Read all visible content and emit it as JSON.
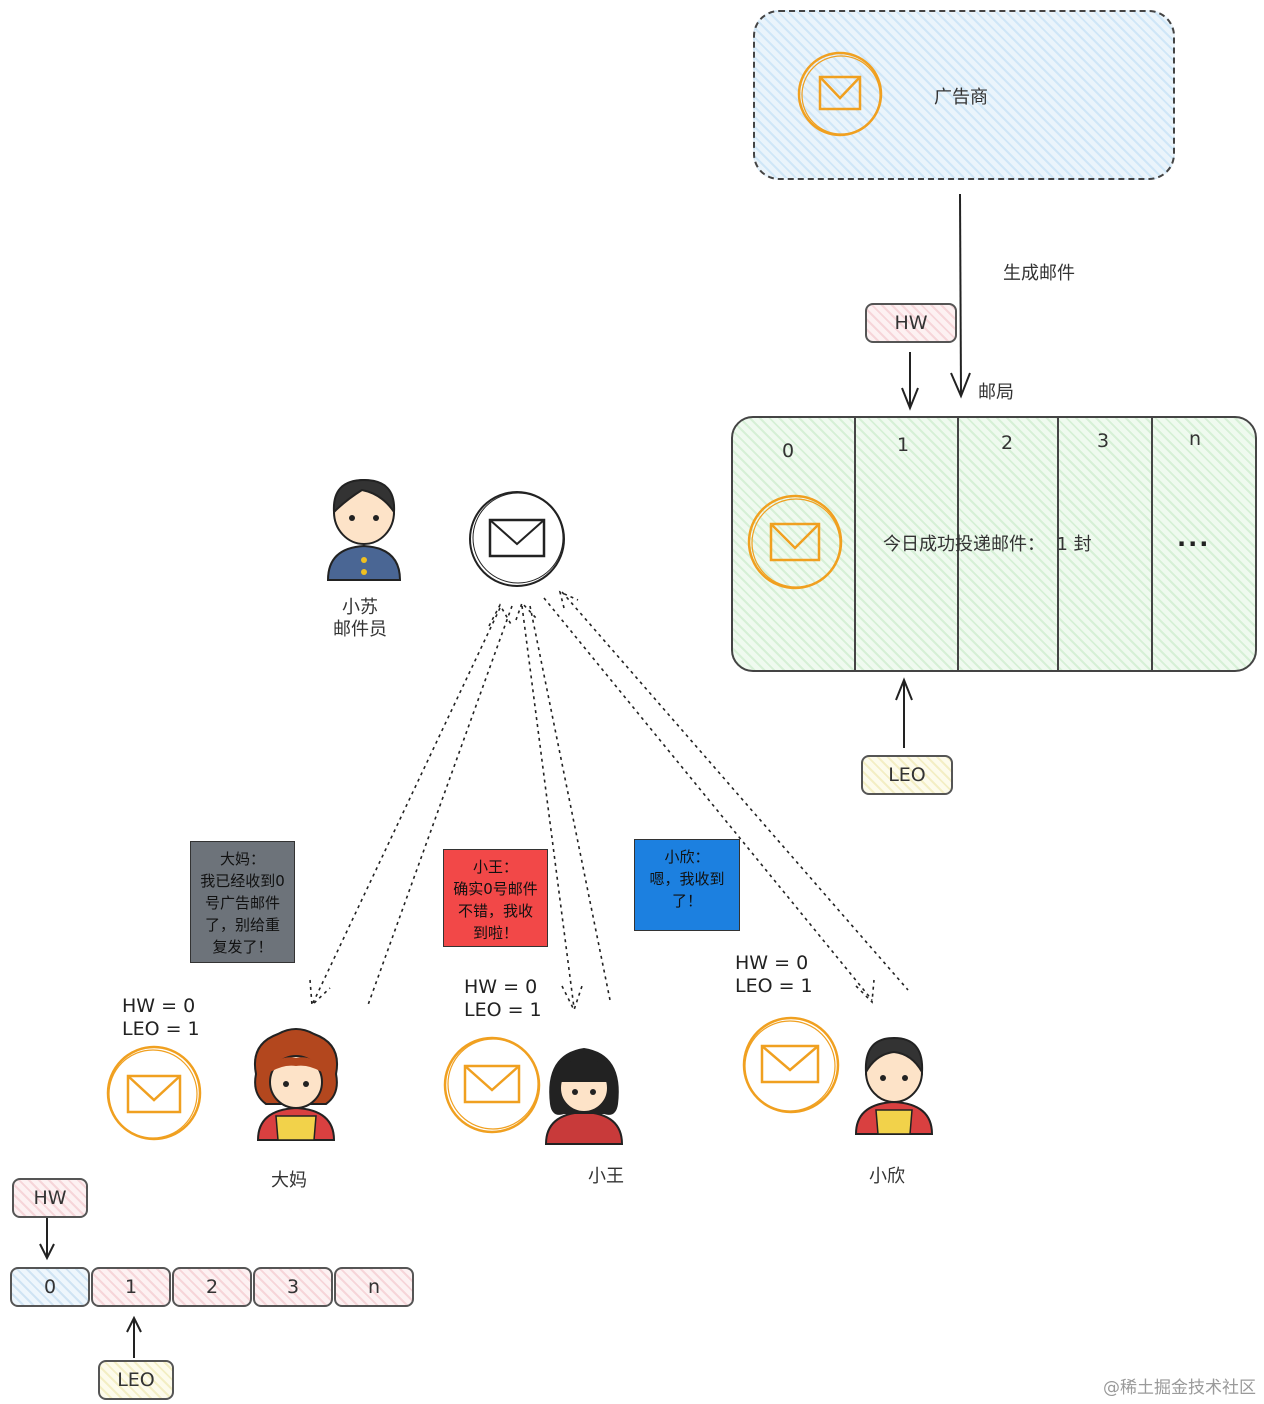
{
  "advertiser": {
    "label": "广告商",
    "icon": "envelope-icon"
  },
  "arrow_label": "生成邮件",
  "post_office": {
    "label": "邮局",
    "indices": [
      "0",
      "1",
      "2",
      "3",
      "n"
    ],
    "message": "今日成功投递邮件：  1 封",
    "ellipsis": "...",
    "hw_tag": "HW",
    "leo_tag": "LEO"
  },
  "postman": {
    "name": "小苏\n邮件员"
  },
  "people": [
    {
      "name": "大妈",
      "hw_leo": "HW = 0\nLEO = 1",
      "note": "大妈：\n我已经收到0\n号广告邮件\n了，别给重\n复发了！"
    },
    {
      "name": "小王",
      "hw_leo": "HW = 0\nLEO = 1",
      "note": "小王：\n确实0号邮件\n不错，我收\n到啦！"
    },
    {
      "name": "小欣",
      "hw_leo": "HW = 0\nLEO = 1",
      "note": "小欣：\n嗯，我收到\n了！"
    }
  ],
  "log": {
    "hw_tag": "HW",
    "leo_tag": "LEO",
    "cells": [
      "0",
      "1",
      "2",
      "3",
      "n"
    ]
  },
  "watermark": "@稀土掘金技术社区",
  "colors": {
    "envelope": "#f0a020",
    "advertiser_fill": "#e6f2fb",
    "post_office_fill": "#e8f7e8",
    "hw_fill": "#fbe3e6",
    "leo_fill": "#fbf7dc",
    "note_grey": "#6d737a",
    "note_red": "#f24848",
    "note_blue": "#1c80e0"
  }
}
